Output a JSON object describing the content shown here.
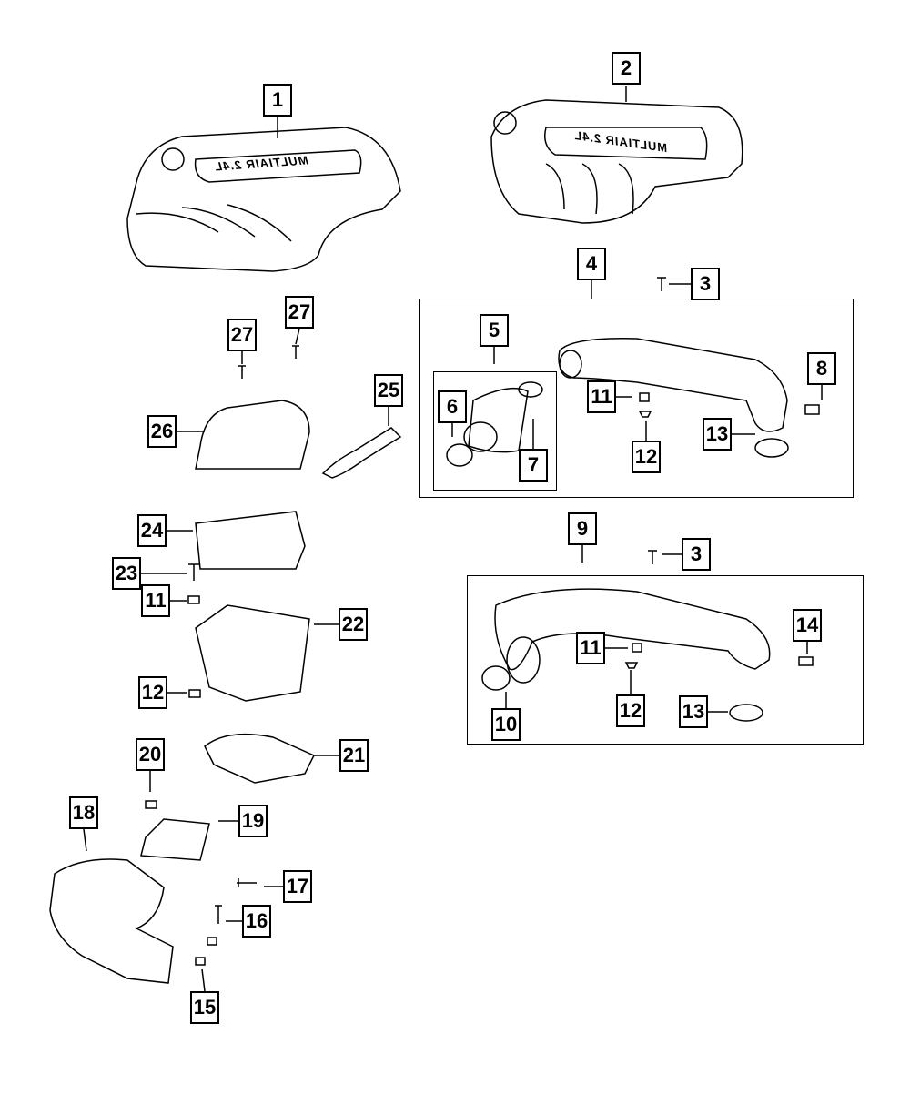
{
  "diagram": {
    "logo_text": "MULTIAIR 2.4L",
    "callouts": [
      "1",
      "2",
      "3",
      "4",
      "5",
      "6",
      "7",
      "8",
      "9",
      "10",
      "11",
      "12",
      "13",
      "14",
      "15",
      "16",
      "17",
      "18",
      "19",
      "20",
      "21",
      "22",
      "23",
      "24",
      "25",
      "26",
      "27"
    ]
  }
}
